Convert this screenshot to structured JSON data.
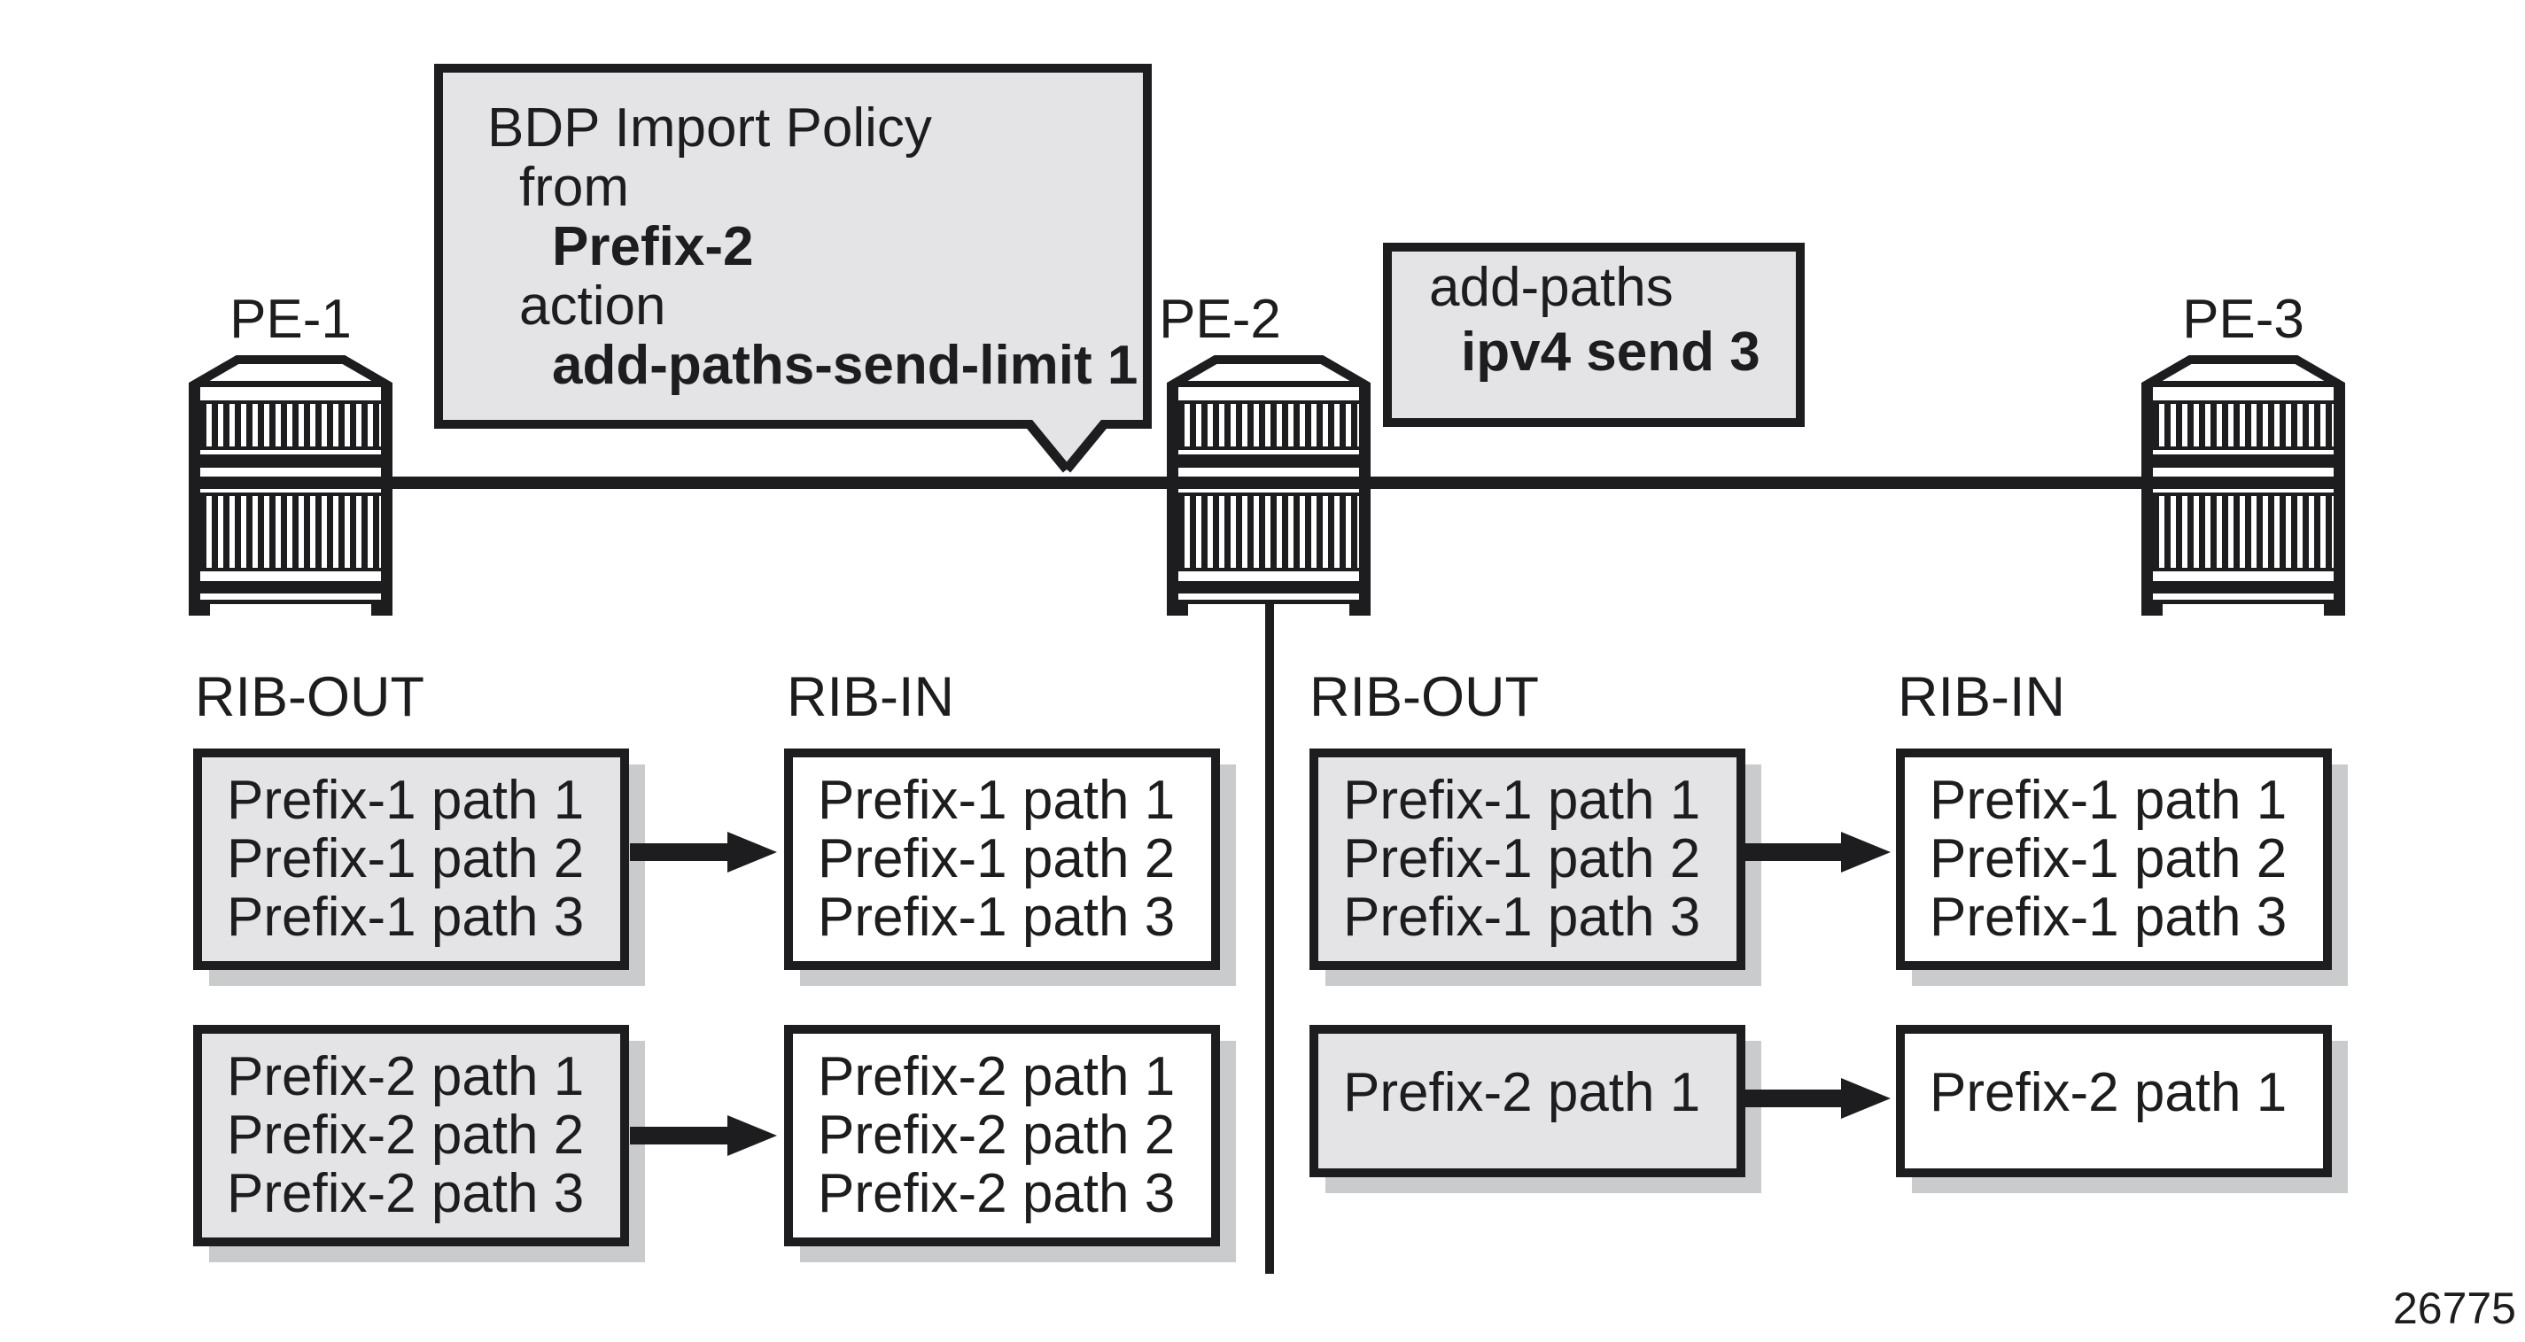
{
  "colors": {
    "box_fill": "#e4e4e6",
    "ink": "#1d1d1f",
    "shadow": "#c9cbcd"
  },
  "routers": {
    "pe1": "PE-1",
    "pe2": "PE-2",
    "pe3": "PE-3"
  },
  "callout": {
    "line1": "BDP Import Policy",
    "line2": "from",
    "line3": "Prefix-2",
    "line4": "action",
    "line5": "add-paths-send-limit 1"
  },
  "config_box": {
    "line1": "add-paths",
    "line2": "ipv4 send 3"
  },
  "left_section": {
    "out_label": "RIB-OUT",
    "in_label": "RIB-IN",
    "out_prefix1": [
      "Prefix-1 path 1",
      "Prefix-1 path 2",
      "Prefix-1 path 3"
    ],
    "in_prefix1": [
      "Prefix-1 path 1",
      "Prefix-1 path 2",
      "Prefix-1 path 3"
    ],
    "out_prefix2": [
      "Prefix-2 path 1",
      "Prefix-2 path 2",
      "Prefix-2 path 3"
    ],
    "in_prefix2": [
      "Prefix-2 path 1",
      "Prefix-2 path 2",
      "Prefix-2 path 3"
    ]
  },
  "right_section": {
    "out_label": "RIB-OUT",
    "in_label": "RIB-IN",
    "out_prefix1": [
      "Prefix-1 path 1",
      "Prefix-1 path 2",
      "Prefix-1 path 3"
    ],
    "in_prefix1": [
      "Prefix-1 path 1",
      "Prefix-1 path 2",
      "Prefix-1 path 3"
    ],
    "out_prefix2": [
      "Prefix-2 path 1"
    ],
    "in_prefix2": [
      "Prefix-2 path 1"
    ]
  },
  "figure_number": "26775"
}
